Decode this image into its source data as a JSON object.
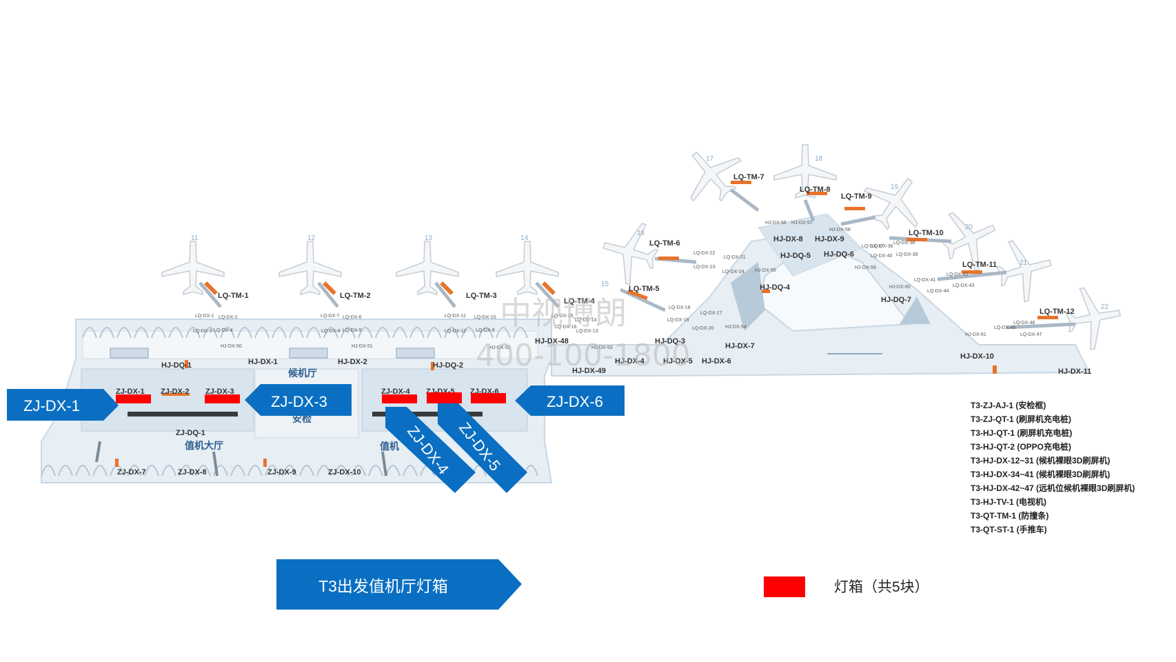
{
  "colors": {
    "accent": "#0a6fc2",
    "lightbox": "#ff0000",
    "orange": "#e8732a",
    "floor": "#e7eef4",
    "floor_dark": "#c9d7e3"
  },
  "callouts": {
    "dx1": "ZJ-DX-1",
    "dx3": "ZJ-DX-3",
    "dx6": "ZJ-DX-6",
    "dx4": "ZJ-DX-4",
    "dx5": "ZJ-DX-5"
  },
  "zones": {
    "waiting": "候机厅",
    "checkin_a": "值机大厅",
    "checkin_b": "值机",
    "security": "安检"
  },
  "watermark": {
    "line1": "中视博朗",
    "line2": "400-100-1800"
  },
  "gates": [
    "11",
    "12",
    "13",
    "14",
    "15",
    "16",
    "17",
    "18",
    "19",
    "20",
    "21",
    "22"
  ],
  "map_labels": {
    "tm": [
      "LQ-TM-1",
      "LQ-TM-2",
      "LQ-TM-3",
      "LQ-TM-4",
      "LQ-TM-5",
      "LQ-TM-6",
      "LQ-TM-7",
      "LQ-TM-8",
      "LQ-TM-9",
      "LQ-TM-10",
      "LQ-TM-11",
      "LQ-TM-12"
    ],
    "hj": [
      "HJ-DQ-1",
      "HJ-DX-1",
      "HJ-DX-2",
      "HJ-DQ-2",
      "HJ-DX-48",
      "HJ-DX-49",
      "HJ-DX-4",
      "HJ-DX-5",
      "HJ-DX-6",
      "HJ-DQ-3",
      "HJ-DX-7",
      "HJ-DQ-4",
      "HJ-DQ-5",
      "HJ-DQ-6",
      "HJ-DX-8",
      "HJ-DX-9",
      "HJ-DQ-7",
      "HJ-DX-10",
      "HJ-DX-11",
      "HJ-DX-50",
      "HJ-DX-51",
      "HJ-DX-52",
      "HJ-DX-53",
      "HJ-DX-54",
      "HJ-DX-55",
      "HJ-DX-56",
      "HJ-DX-57",
      "HJ-DX-58",
      "HJ-DX-59",
      "HJ-DX-60",
      "HJ-DX-61"
    ],
    "zj": [
      "ZJ-DX-1",
      "ZJ-DX-2",
      "ZJ-DX-3",
      "ZJ-DX-4",
      "ZJ-DX-5",
      "ZJ-DX-6",
      "ZJ-DQ-1",
      "ZJ-DX-7",
      "ZJ-DX-8",
      "ZJ-DX-9",
      "ZJ-DX-10"
    ],
    "lq": [
      "LQ-DX-1",
      "LQ-DX-2",
      "LQ-DX-3",
      "LQ-DX-4",
      "LQ-DX-5",
      "LQ-DX-6",
      "LQ-DX-7",
      "LQ-DX-8",
      "LQ-DX-9",
      "LQ-DX-10",
      "LQ-DX-11",
      "LQ-DX-12",
      "LQ-DX-13",
      "LQ-DX-14",
      "LQ-DX-15",
      "LQ-DX-16",
      "LQ-DX-17",
      "LQ-DX-18",
      "LQ-DX-19",
      "LQ-DX-20",
      "LQ-DX-21",
      "LQ-DX-22",
      "LQ-DX-23",
      "LQ-DX-24",
      "LQ-DX-36",
      "LQ-DX-37",
      "LQ-DX-38",
      "LQ-DX-39",
      "LQ-DX-40",
      "LQ-DX-41",
      "LQ-DX-42",
      "LQ-DX-43",
      "LQ-DX-44",
      "LQ-DX-45",
      "LQ-DX-46",
      "LQ-DX-47"
    ]
  },
  "legend_list": [
    "T3-ZJ-AJ-1 (安检框)",
    "T3-ZJ-QT-1 (刷屏机充电桩)",
    "T3-HJ-QT-1 (刷屏机充电桩)",
    "T3-HJ-QT-2 (OPPO充电桩)",
    "T3-HJ-DX-12~31 (候机裸眼3D刷屏机)",
    "T3-HJ-DX-34~41 (候机裸眼3D刷屏机)",
    "T3-HJ-DX-42~47 (远机位候机裸眼3D刷屏机)",
    "T3-HJ-TV-1 (电视机)",
    "T3-QT-TM-1 (防撞条)",
    "T3-QT-ST-1 (手推车)"
  ],
  "banner": "T3出发值机厅灯箱",
  "box_legend": "灯箱（共5块）"
}
